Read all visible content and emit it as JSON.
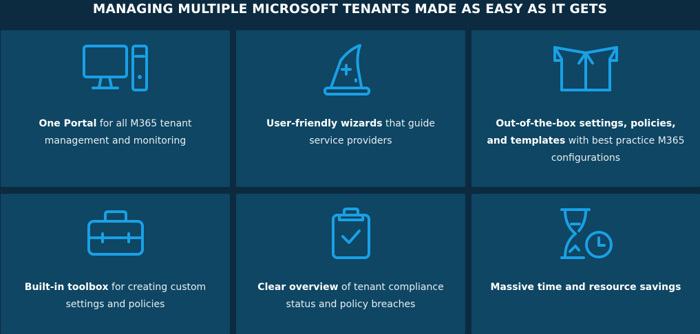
{
  "header": {
    "title": "MANAGING MULTIPLE MICROSOFT TENANTS MADE AS EASY AS IT GETS"
  },
  "accent_color": "#1aa0e6",
  "features": [
    {
      "icon": "desktop-computer-icon",
      "bold": "One Portal",
      "rest": " for all M365 tenant management and monitoring"
    },
    {
      "icon": "wizard-hat-icon",
      "bold": "User-friendly wizards",
      "rest": " that guide service providers"
    },
    {
      "icon": "open-box-icon",
      "bold": "Out-of-the-box settings, policies, and templates",
      "rest": " with best practice M365 configurations"
    },
    {
      "icon": "toolbox-icon",
      "bold": "Built-in toolbox",
      "rest": " for creating custom settings and policies"
    },
    {
      "icon": "clipboard-check-icon",
      "bold": "Clear overview",
      "rest": " of tenant compliance status and policy breaches"
    },
    {
      "icon": "hourglass-clock-icon",
      "bold": "Massive time and resource savings",
      "rest": ""
    }
  ]
}
